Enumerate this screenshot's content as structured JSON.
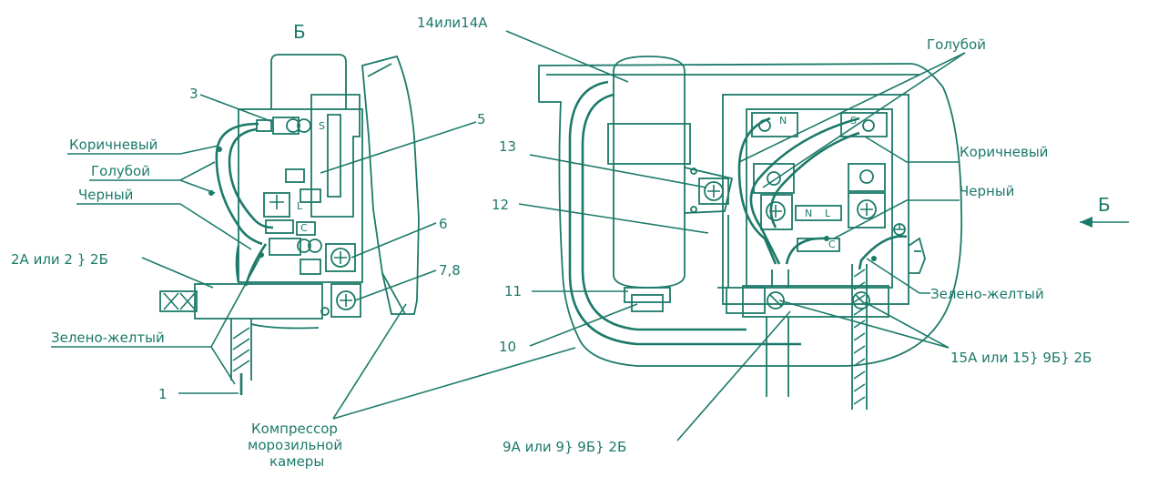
{
  "left_view": {
    "view_letter": "Б",
    "labels": {
      "n3": "3",
      "n5": "5",
      "n6": "6",
      "n78": "7,8",
      "n1": "1",
      "brown": "Коричневый",
      "blue": "Голубой",
      "black": "Черный",
      "variant": "2А или 2 } 2Б",
      "green_yellow": "Зелено-желтый"
    },
    "terminal_marks": {
      "s": "S",
      "l": "L",
      "c": "C"
    }
  },
  "right_view": {
    "labels": {
      "n14": "14или14А",
      "n13": "13",
      "n12": "12",
      "n11": "11",
      "n10": "10",
      "blue": "Голубой",
      "brown": "Коричневый",
      "black": "Черный",
      "green_yellow": "Зелено-желтый",
      "variant_15": "15А или 15} 9Б} 2Б",
      "variant_9": "9А или 9} 9Б} 2Б"
    },
    "terminal_marks": {
      "n": "N",
      "s": "S",
      "n2": "N",
      "l": "L",
      "c": "C"
    }
  },
  "view_arrow": {
    "letter": "Б"
  },
  "compressor": {
    "line1": "Компрессор",
    "line2": "морозильной",
    "line3": "камеры"
  },
  "colors": {
    "ink": "#1c7a6a",
    "background": "#ffffff"
  }
}
